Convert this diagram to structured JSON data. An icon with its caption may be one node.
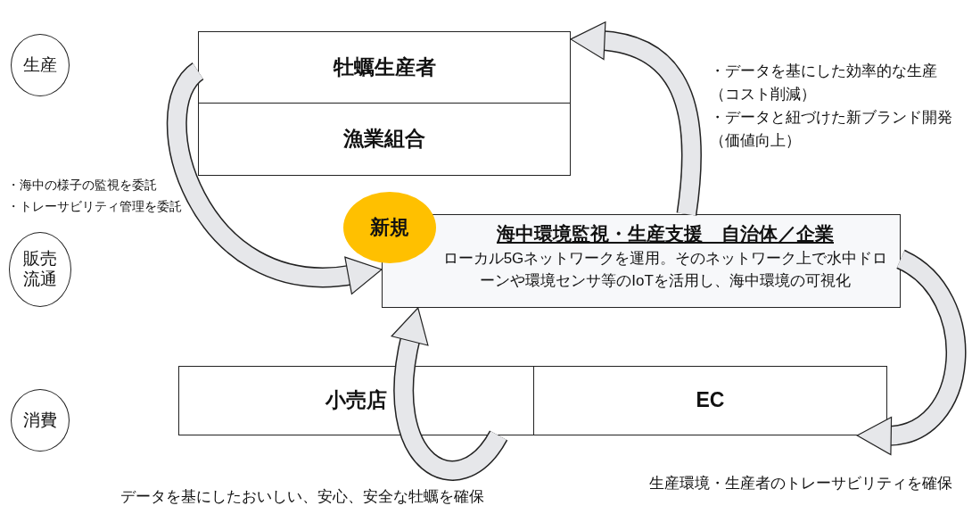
{
  "diagram": {
    "nodes": [
      {
        "text": [
          "生産"
        ]
      },
      {
        "text": [
          "販売流通"
        ]
      },
      {
        "text": [
          "消費"
        ]
      },
      {
        "text": [
          "牡蠣生産者"
        ]
      },
      {
        "text": [
          "漁業組合"
        ]
      },
      {
        "text": [
          "新規"
        ]
      },
      {
        "text": [
          "海中環境監視・生産支援　自治体／企業",
          "ローカル5Gネットワークを運用。そのネットワーク上で水中ドローンや環境センサ等のIoTを活用し、海中環境の可視化"
        ]
      },
      {
        "text": [
          "小売店"
        ]
      },
      {
        "text": [
          "EC"
        ]
      }
    ],
    "edges": [
      {
        "from": 3,
        "to": 6,
        "arrow": "to"
      },
      {
        "from": 6,
        "to": 3,
        "arrow": "to"
      },
      {
        "from": 6,
        "to": 8,
        "arrow": "to"
      },
      {
        "from": 7,
        "to": 6,
        "arrow": "to"
      }
    ],
    "labels": [
      "・海中の様子の監視を委託",
      "・トレーサビリティ管理を委託",
      "・データを基にした効率的な生産",
      "（コスト削減）",
      "・データと紐づけた新ブランド開発",
      "（価値向上）",
      "生産環境・生産者のトレーサビリティを確保",
      "データを基にしたおいしい、安心、安全な牡蠣を確保"
    ]
  }
}
